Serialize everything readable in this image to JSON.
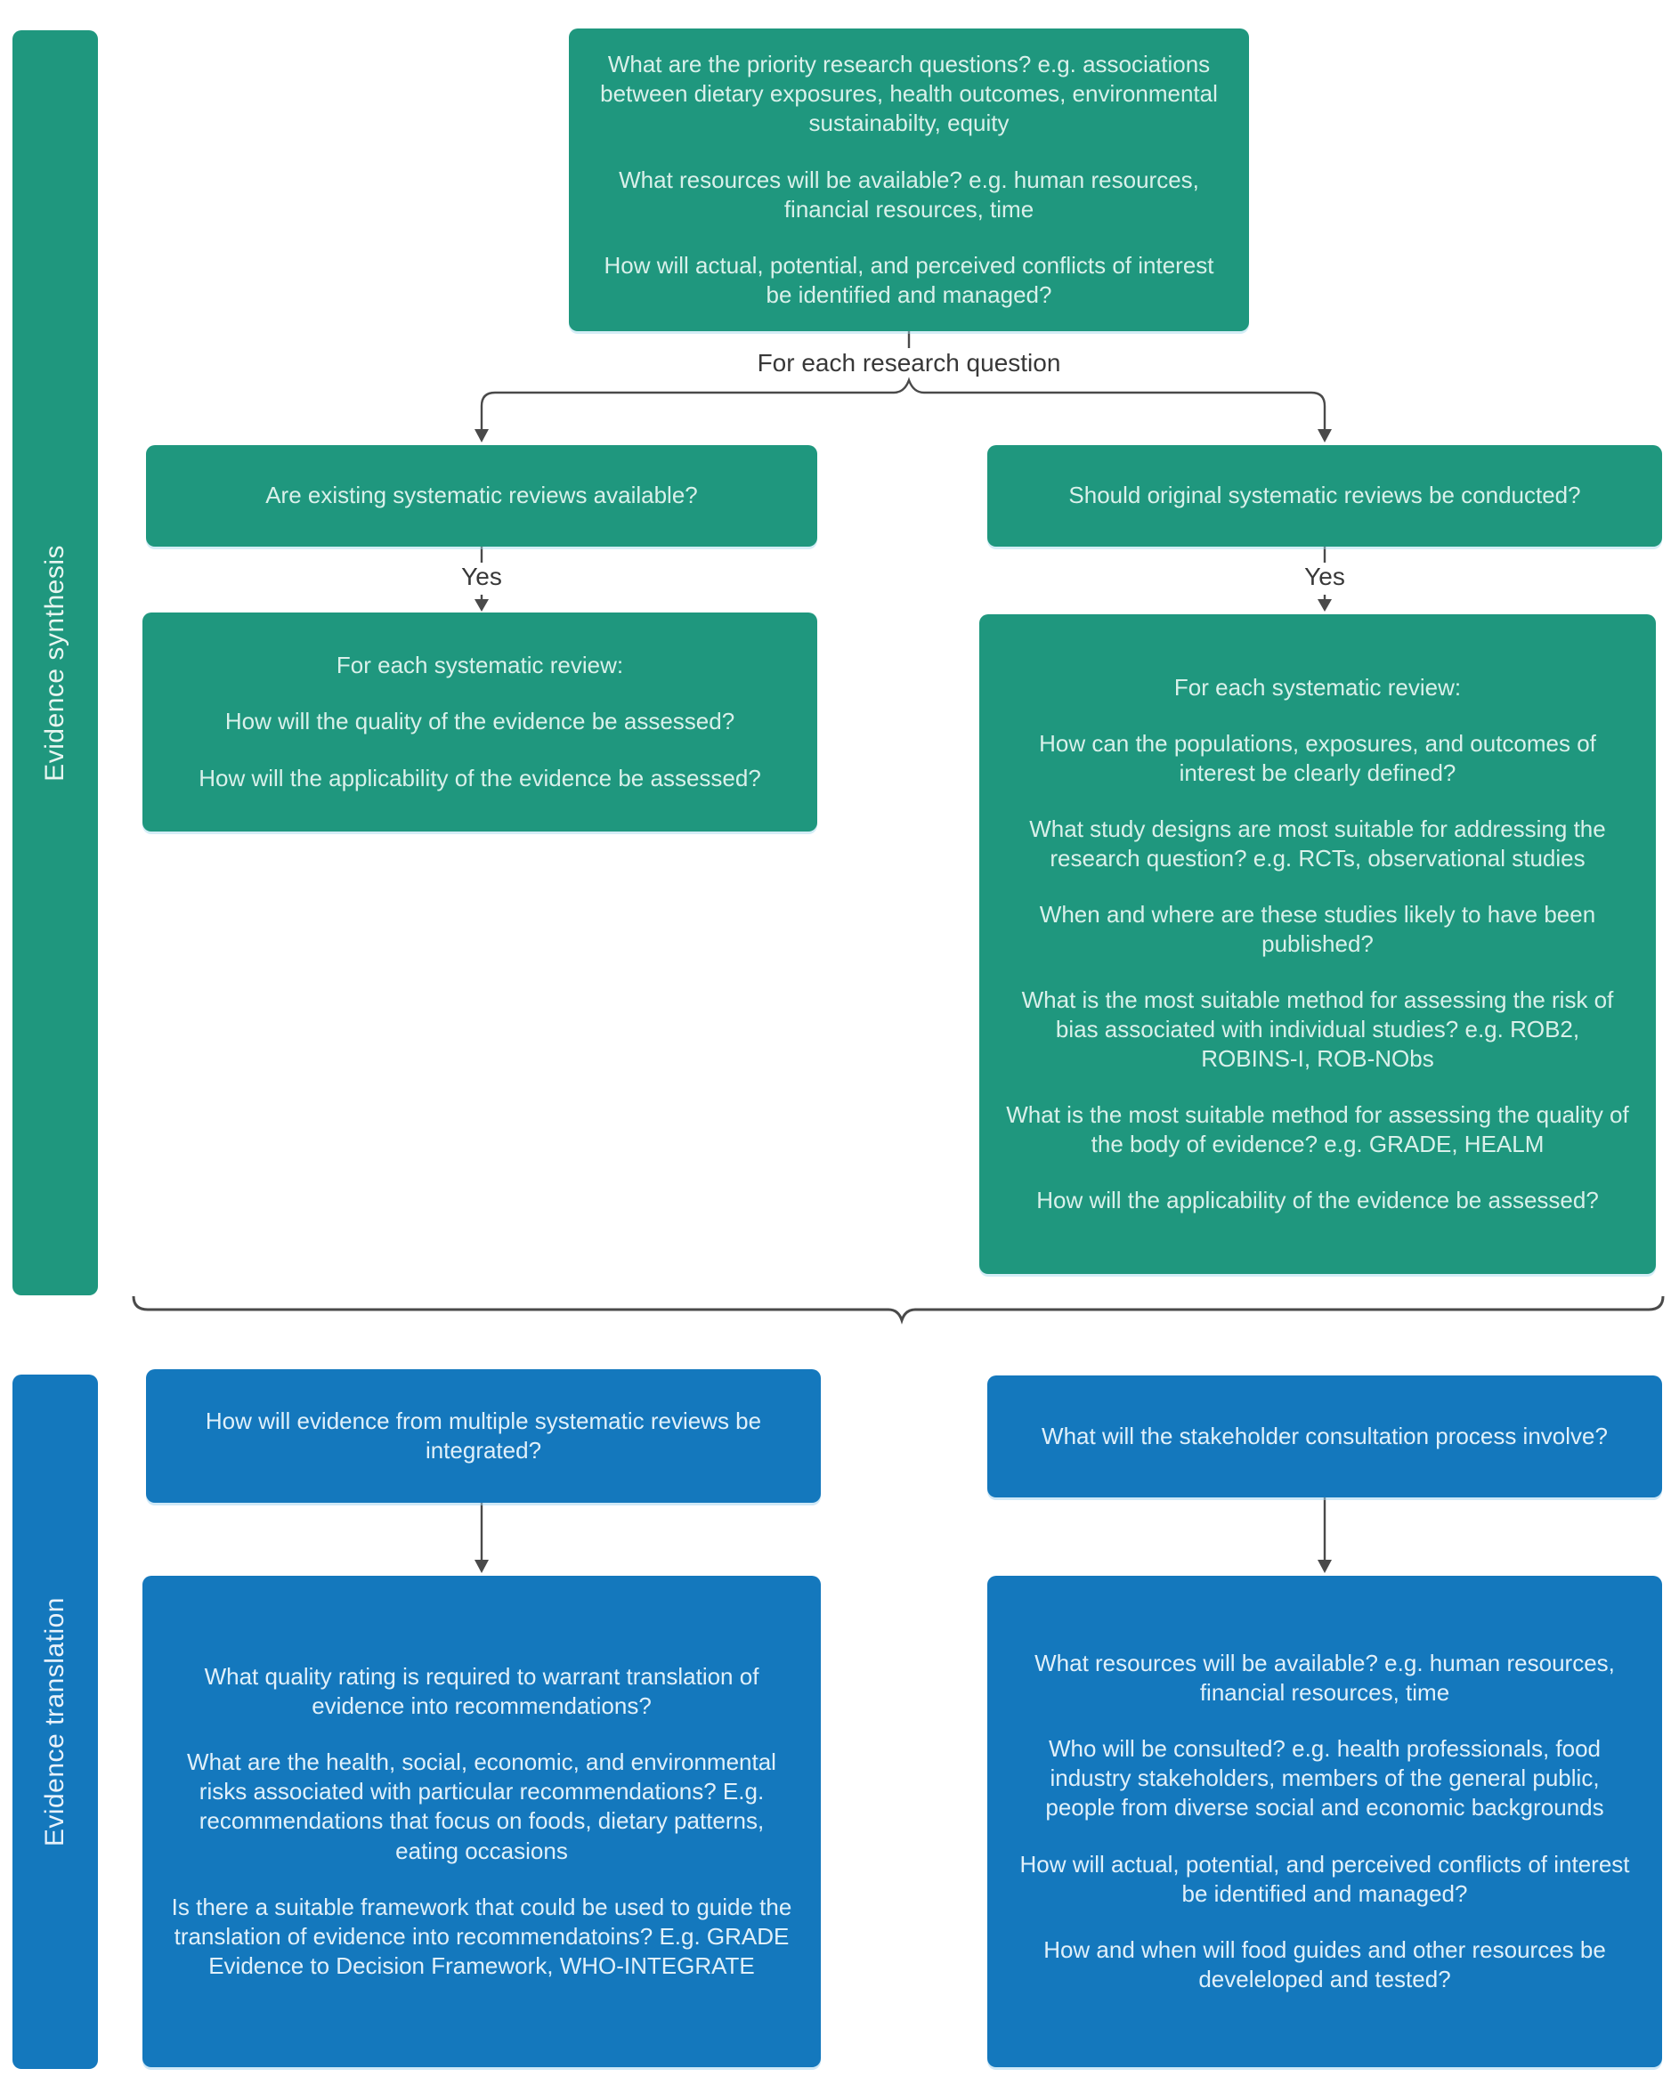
{
  "palette": {
    "green": "#1f977e",
    "blue": "#1478bd",
    "green_text": "#d9f0ea",
    "blue_text": "#e0f0fa",
    "connector": "#4a4a4a",
    "label_text": "#383838",
    "background": "#ffffff"
  },
  "sidebars": {
    "synthesis_label": "Evidence synthesis",
    "translation_label": "Evidence translation"
  },
  "labels": {
    "branch": "For each research question",
    "yes_left": "Yes",
    "yes_right": "Yes"
  },
  "top_box": {
    "paragraphs": [
      "What are the priority research questions? e.g. associations between dietary exposures, health outcomes, environmental sustainabilty, equity",
      "What resources will be available? e.g. human resources, financial resources, time",
      "How will actual, potential, and perceived conflicts of interest be identified and managed?"
    ]
  },
  "synthesis": {
    "left_question": "Are existing systematic reviews available?",
    "right_question": "Should original systematic reviews be conducted?",
    "left_detail": {
      "paragraphs": [
        "For each systematic review:",
        "How will the quality of the evidence be assessed?",
        "How will the applicability of the evidence be assessed?"
      ]
    },
    "right_detail": {
      "paragraphs": [
        "For each systematic review:",
        "How can the populations, exposures, and outcomes of interest be clearly defined?",
        "What study designs are most suitable for addressing the research question? e.g. RCTs, observational studies",
        "When and where are these studies likely to have been published?",
        "What is the most suitable method for assessing the risk of bias associated with individual studies? e.g. ROB2, ROBINS-I, ROB-NObs",
        "What is the most suitable method for assessing the quality of the body of evidence? e.g. GRADE, HEALM",
        "How will the applicability of the evidence be assessed?"
      ]
    }
  },
  "translation": {
    "left_question": "How will evidence from multiple systematic reviews be integrated?",
    "right_question": "What will the stakeholder consultation process involve?",
    "left_detail": {
      "paragraphs": [
        "What quality rating is required to warrant translation of evidence into recommendations?",
        "What are the health, social, economic, and environmental risks associated with particular recommendations? E.g. recommendations that focus on foods, dietary patterns, eating occasions",
        "Is there a suitable framework that could be used to guide the translation of evidence into recommendatoins? E.g. GRADE Evidence to Decision Framework, WHO-INTEGRATE"
      ]
    },
    "right_detail": {
      "paragraphs": [
        "What resources will be available? e.g. human resources, financial resources, time",
        "Who will be consulted? e.g. health professionals, food industry stakeholders, members of the general public, people from diverse social and economic backgrounds",
        "How will actual, potential, and perceived conflicts of interest be identified and managed?",
        "How and when will food guides and other resources be develeloped and tested?"
      ]
    }
  }
}
